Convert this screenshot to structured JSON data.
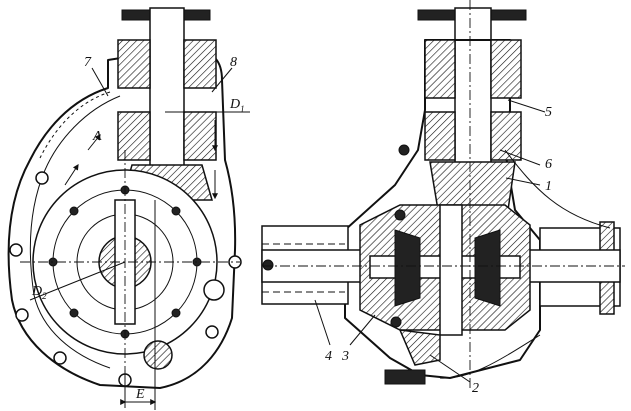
{
  "labels": {
    "part_1": "1",
    "part_2": "2",
    "part_3": "3",
    "part_4": "4",
    "part_5": "5",
    "part_6": "6",
    "part_7": "7",
    "part_8": "8",
    "letter_a": "A",
    "d1_main": "D",
    "d1_sub": "1",
    "d2_main": "D",
    "d2_sub": "2",
    "dim_e": "E"
  }
}
